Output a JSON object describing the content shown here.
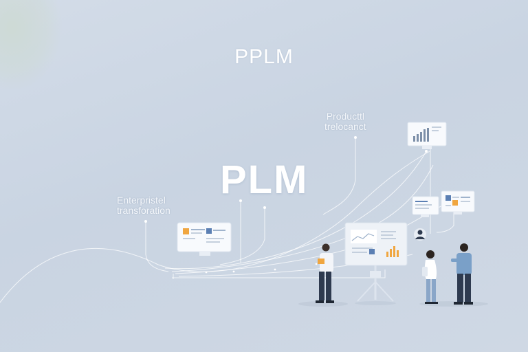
{
  "header": {
    "top_title": "PPLM"
  },
  "hero": {
    "main_title": "PLM"
  },
  "captions": {
    "enterprise_line1": "Enterpristel",
    "enterprise_line2": "transforation",
    "product_line1": "Producttl",
    "product_line2": "trelocanct"
  },
  "colors": {
    "background": "#cbd5e3",
    "line": "#ffffff",
    "accent_orange": "#f0a640",
    "accent_blue": "#5b7fb3",
    "figure_dark": "#2e3a4f"
  },
  "icons": [
    "chart-card-icon",
    "dashboard-card-icon",
    "easel-board-icon",
    "avatar-icon"
  ]
}
